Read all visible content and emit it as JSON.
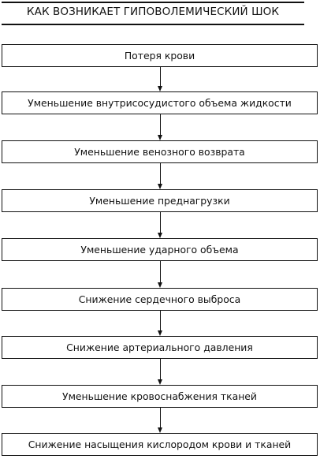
{
  "title": "КАК ВОЗНИКАЕТ ГИПОВОЛЕМИЧЕСКИЙ ШОК",
  "steps": [
    "Потеря крови",
    "Уменьшение внутрисосудистого объема жидкости",
    "Уменьшение венозного возврата",
    "Уменьшение преднагрузки",
    "Уменьшение ударного объема",
    "Снижение сердечного выброса",
    "Снижение артериального давления",
    "Уменьшение кровоснабжения тканей",
    "Снижение насыщения кислородом крови и тканей"
  ]
}
